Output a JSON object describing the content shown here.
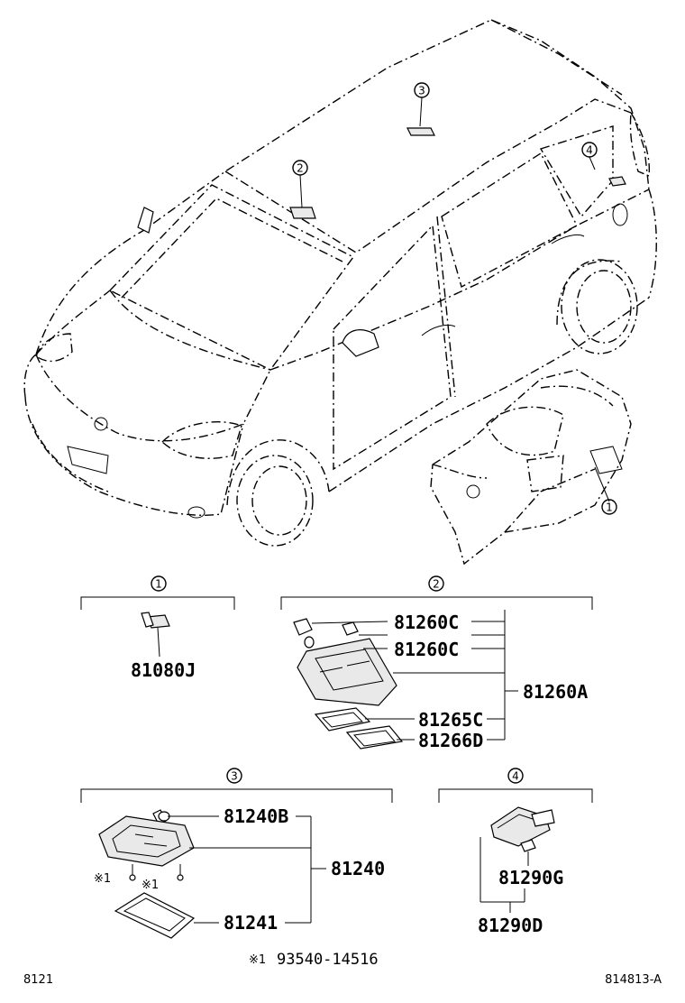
{
  "callouts": {
    "c1": "1",
    "c2": "2",
    "c3": "3",
    "c4": "4"
  },
  "parts": {
    "p81080J": "81080J",
    "p81260C_a": "81260C",
    "p81260C_b": "81260C",
    "p81260A": "81260A",
    "p81265C": "81265C",
    "p81266D": "81266D",
    "p81240B": "81240B",
    "p81240": "81240",
    "p81241": "81241",
    "p81290G": "81290G",
    "p81290D": "81290D"
  },
  "screw_marks": {
    "left": "※1",
    "right": "※1"
  },
  "footnote": {
    "mark": "※1",
    "part": "93540-14516"
  },
  "footer": {
    "left": "8121",
    "right": "814813-A"
  }
}
